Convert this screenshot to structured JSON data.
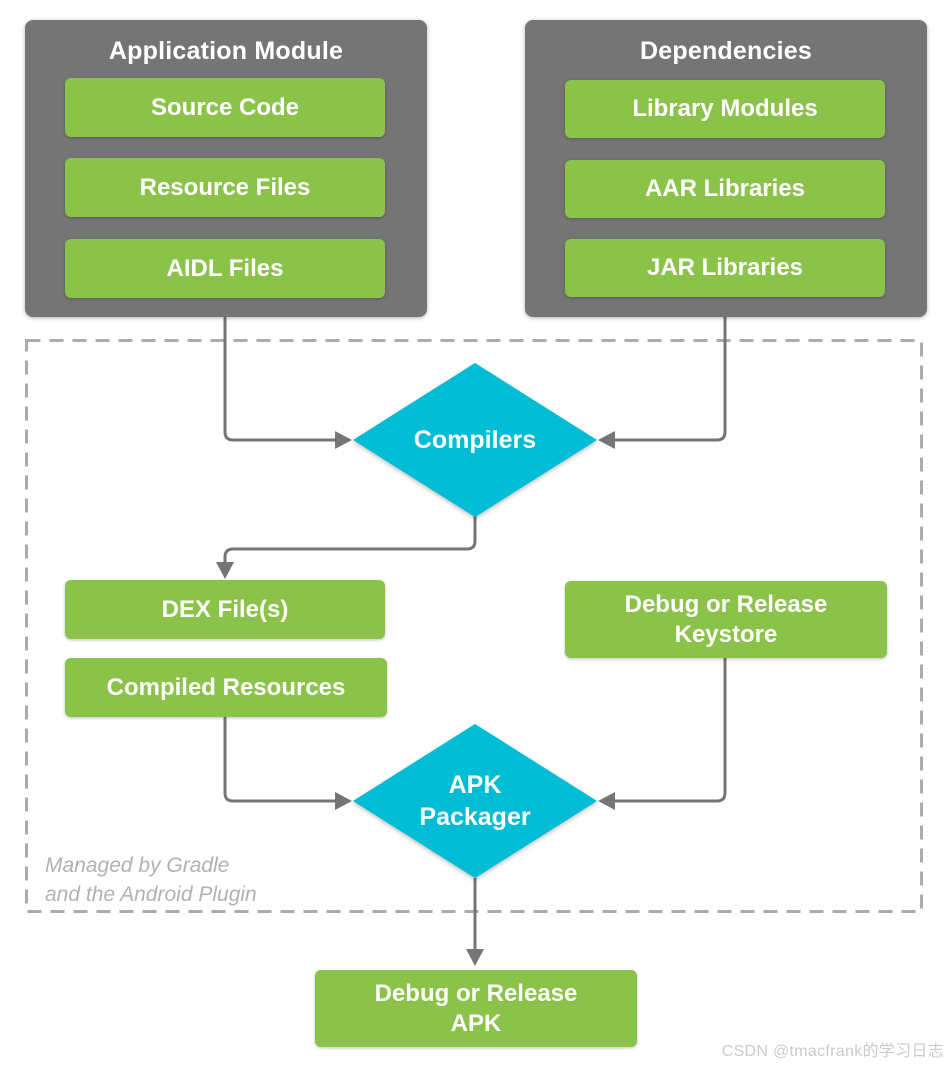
{
  "app_module": {
    "title": "Application Module",
    "items": [
      "Source Code",
      "Resource Files",
      "AIDL Files"
    ]
  },
  "dependencies": {
    "title": "Dependencies",
    "items": [
      "Library Modules",
      "AAR Libraries",
      "JAR Libraries"
    ]
  },
  "compilers_label": "Compilers",
  "dex_label": "DEX File(s)",
  "compiled_resources_label": "Compiled Resources",
  "keystore": {
    "line1": "Debug or Release",
    "line2": "Keystore"
  },
  "apk_packager": {
    "line1": "APK",
    "line2": "Packager"
  },
  "final_apk": {
    "line1": "Debug or Release",
    "line2": "APK"
  },
  "note": {
    "line1": "Managed by Gradle",
    "line2": "and the Android Plugin"
  },
  "watermark": "CSDN @tmacfrank的学习日志",
  "colors": {
    "green": "#8BC34A",
    "gray": "#757575",
    "cyan": "#00BCD4",
    "line": "#757575",
    "dash": "#ABABAB",
    "note": "#B1B1B1",
    "watermark": "#CBCBCB"
  }
}
